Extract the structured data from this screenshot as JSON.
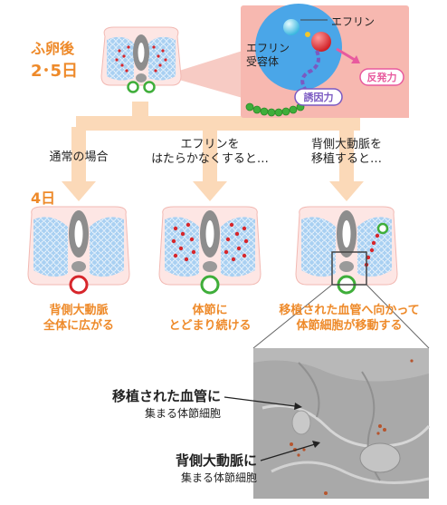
{
  "stage1": {
    "line1": "ふ卵後",
    "line2": "2･5日"
  },
  "stage2": {
    "label": "4日"
  },
  "inset": {
    "ephrin": "エフリン",
    "receptor_line1": "エフリン",
    "receptor_line2": "受容体",
    "repulsion": "反発力",
    "attraction": "誘因力"
  },
  "conditions": [
    {
      "line1": "通常の場合",
      "line2": ""
    },
    {
      "line1": "エフリンを",
      "line2": "はたらかなくすると…"
    },
    {
      "line1": "背側大動脈を",
      "line2": "移植すると…"
    }
  ],
  "results": [
    {
      "line1": "背側大動脈",
      "line2": "全体に広がる"
    },
    {
      "line1": "体節に",
      "line2": "とどまり続ける"
    },
    {
      "line1": "移植された血管へ向かって",
      "line2": "体節細胞が移動する"
    }
  ],
  "annotations": [
    {
      "main": "移植された血管に",
      "sub": "集まる体節細胞"
    },
    {
      "main": "背側大動脈に",
      "sub": "集まる体節細胞"
    }
  ],
  "colors": {
    "arrow": "#fbd9b8",
    "accent": "#ee8a2a",
    "inset_bg": "#f7b8b0",
    "somite": "#a9d0f2",
    "cell_red": "#d7262b",
    "ring_green": "#3fae3a",
    "receptor_purple": "#7a59c2",
    "repulsion_pink": "#e85a9e"
  }
}
